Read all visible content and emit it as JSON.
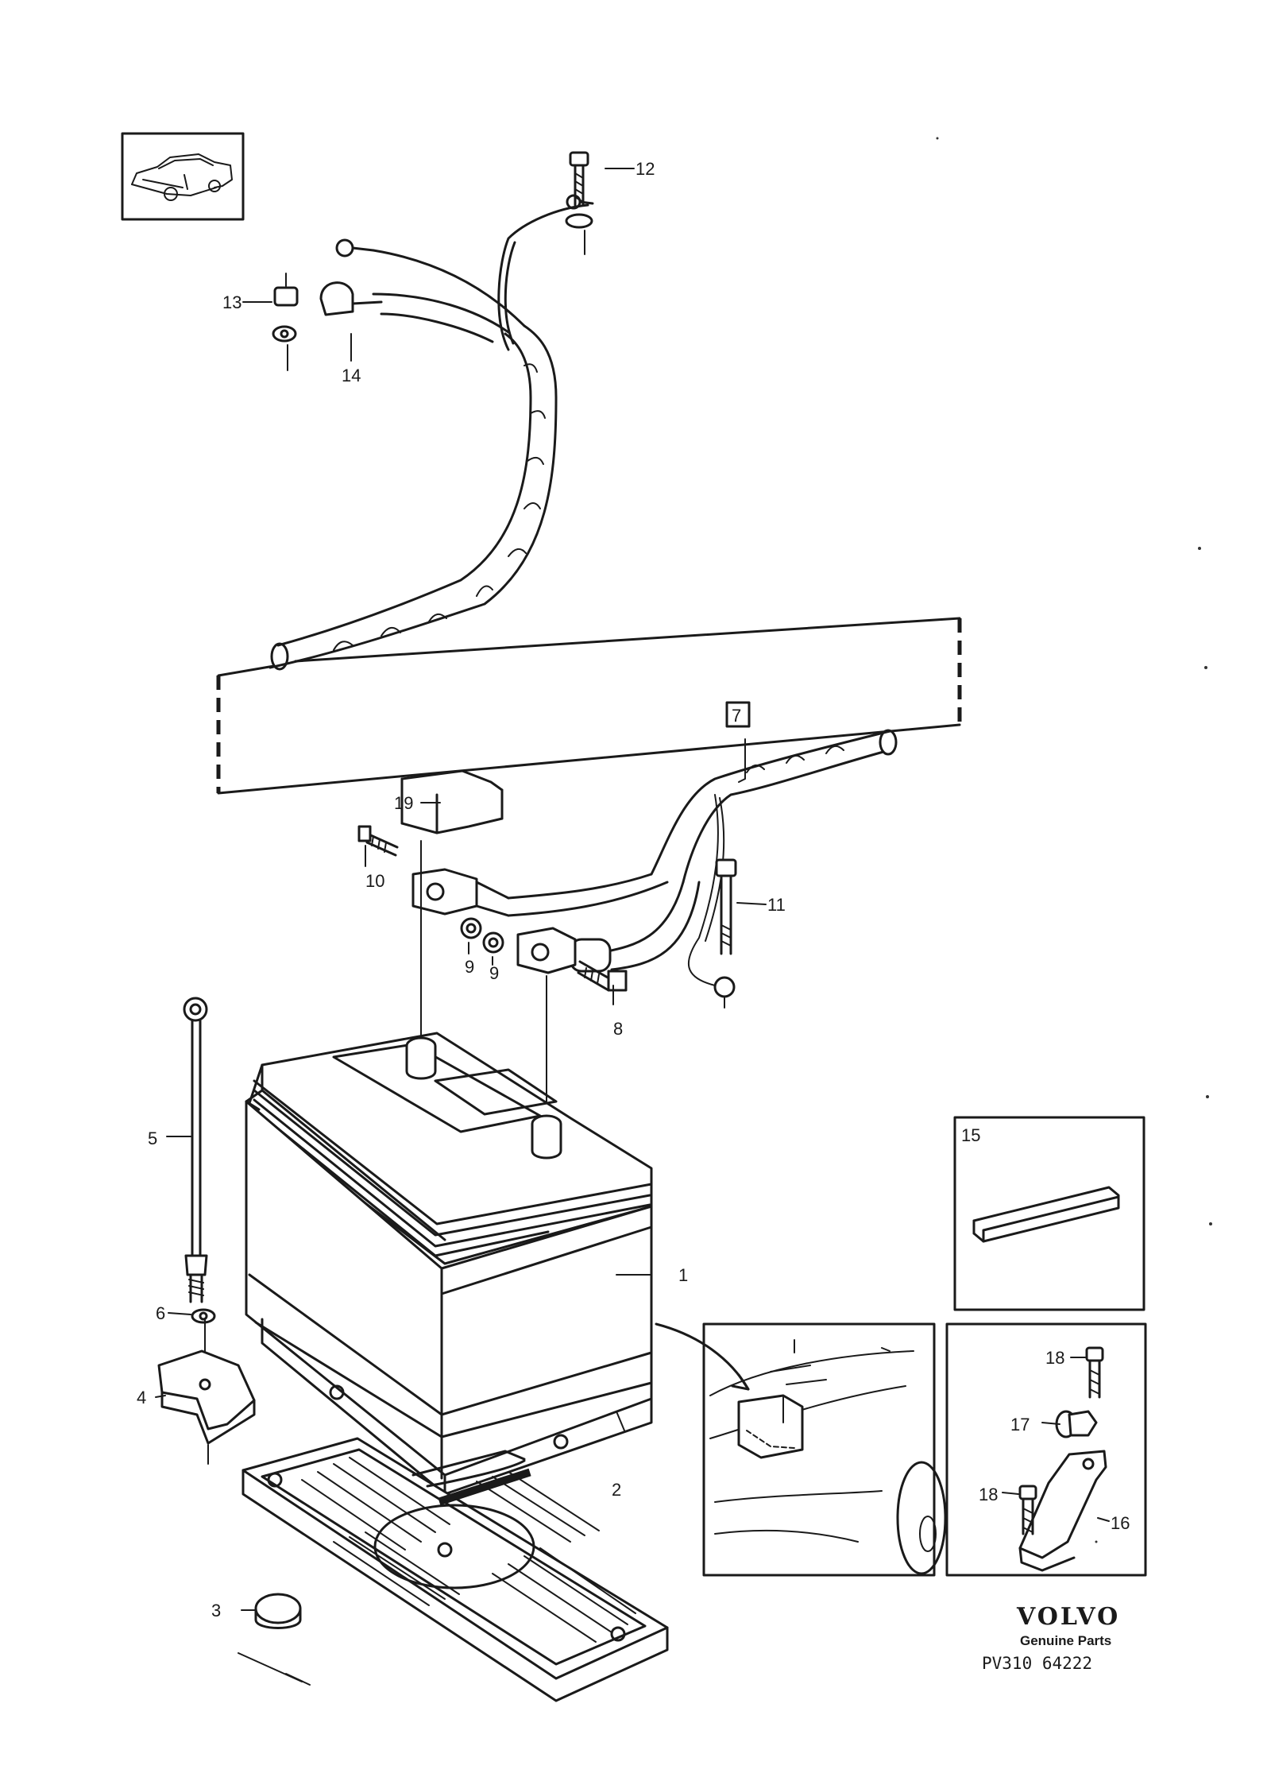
{
  "callouts": {
    "c1": "1",
    "c2": "2",
    "c3": "3",
    "c4": "4",
    "c5": "5",
    "c6": "6",
    "c7": "7",
    "c8": "8",
    "c9a": "9",
    "c9b": "9",
    "c10": "10",
    "c11": "11",
    "c12": "12",
    "c13": "13",
    "c14": "14",
    "c15": "15",
    "c16": "16",
    "c17": "17",
    "c18a": "18",
    "c18b": "18",
    "c19": "19"
  },
  "branding": {
    "logo": "VOLVO",
    "tagline": "Genuine Parts",
    "code": "PV310 64222"
  },
  "icons": [
    "car-thumbnail-icon",
    "battery",
    "battery-tray",
    "cable-harness"
  ]
}
